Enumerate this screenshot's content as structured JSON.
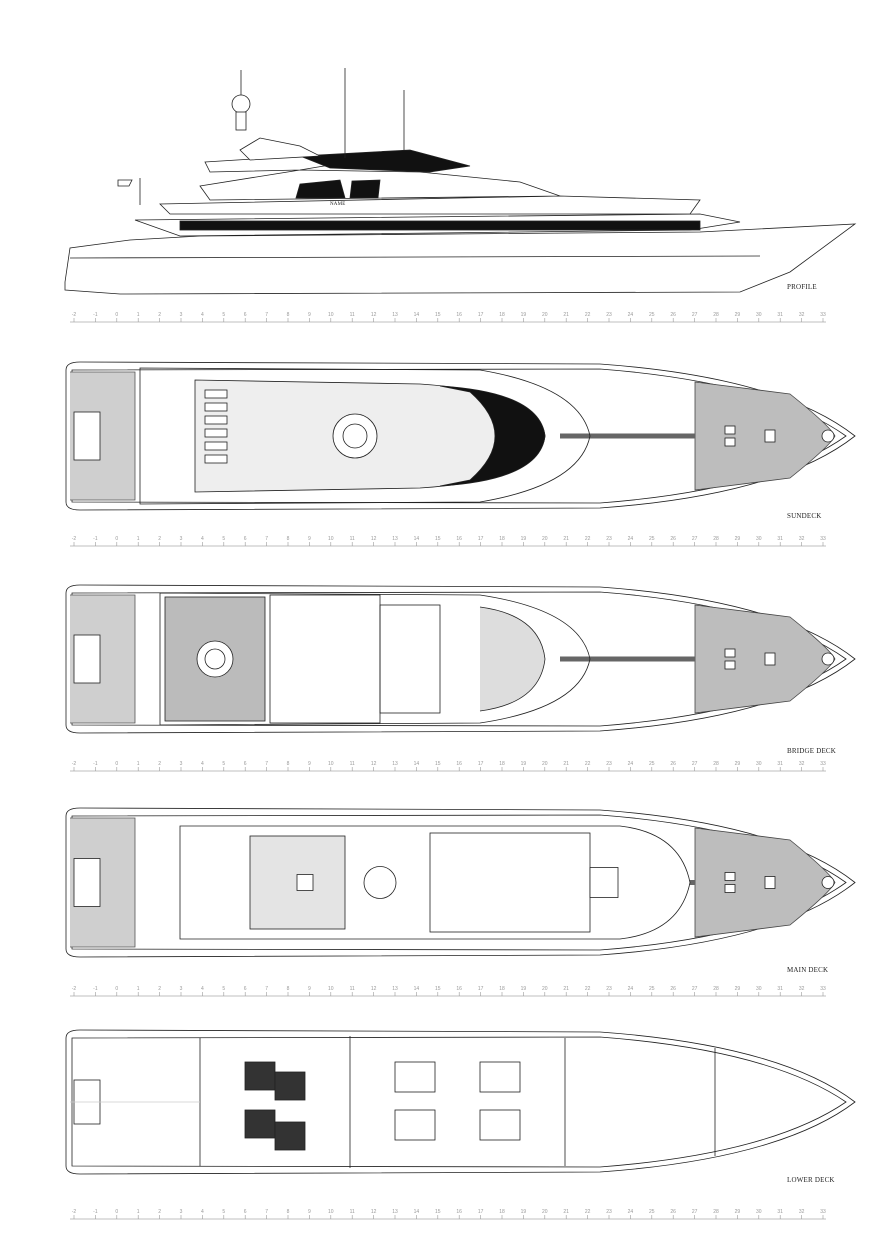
{
  "drawing": {
    "views": [
      {
        "id": "profile",
        "label": "PROFILE"
      },
      {
        "id": "sundeck",
        "label": "SUNDECK"
      },
      {
        "id": "bridge",
        "label": "BRIDGE DECK"
      },
      {
        "id": "main",
        "label": "MAIN DECK"
      },
      {
        "id": "lower",
        "label": "LOWER DECK"
      }
    ],
    "hull_name": "NAME",
    "scale_ticks": [
      "-2",
      "-1",
      "0",
      "1",
      "2",
      "3",
      "4",
      "5",
      "6",
      "7",
      "8",
      "9",
      "10",
      "11",
      "12",
      "13",
      "14",
      "15",
      "16",
      "17",
      "18",
      "19",
      "20",
      "21",
      "22",
      "23",
      "24",
      "25",
      "26",
      "27",
      "28",
      "29",
      "30",
      "31",
      "32",
      "33"
    ]
  }
}
